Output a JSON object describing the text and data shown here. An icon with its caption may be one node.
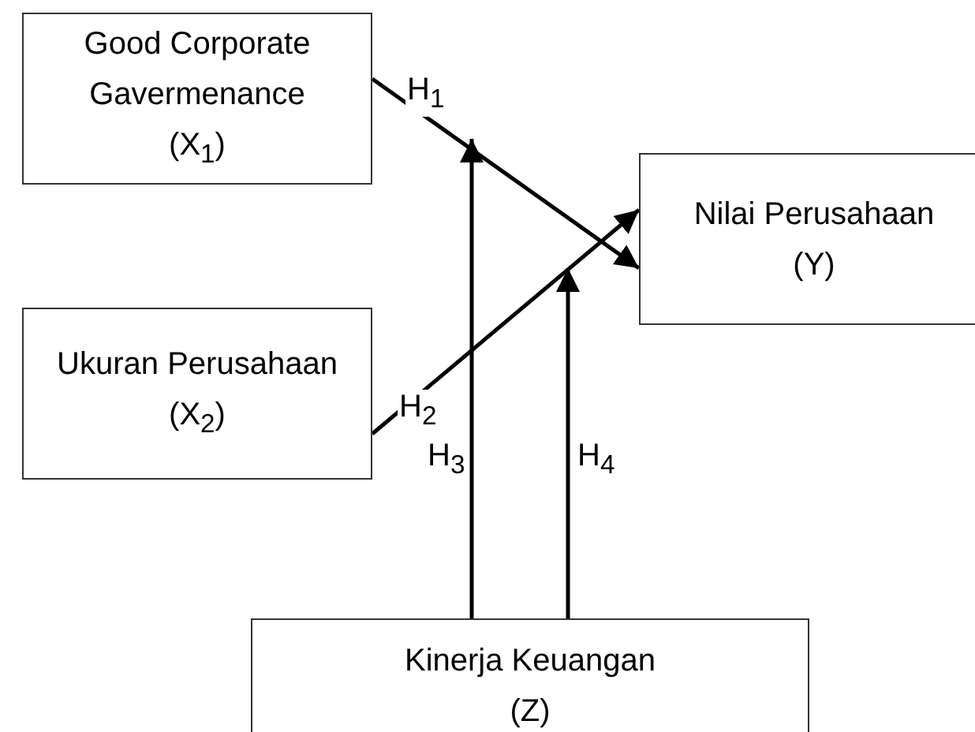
{
  "diagram": {
    "nodes": [
      {
        "text": [
          "Good Corporate Gavermenance",
          "(X$_{1}$)"
        ]
      },
      {
        "text": [
          "Nilai Perusahaan",
          "(Y)"
        ]
      },
      {
        "text": [
          "Ukuran Perusahaan",
          "(X$_{2}$)"
        ]
      },
      {
        "text": [
          "Kinerja Keuangan",
          "(Z)"
        ]
      }
    ],
    "edges": [
      {
        "from": 0,
        "to": 1,
        "arrow": "to",
        "label": "H$_{1}$"
      },
      {
        "from": 2,
        "to": 1,
        "arrow": "to",
        "label": "H$_{2}$"
      },
      {
        "from": 3,
        "to": null,
        "arrow": "to",
        "label": "H$_{3}$"
      },
      {
        "from": 3,
        "to": null,
        "arrow": "to",
        "label": "H$_{4}$"
      }
    ]
  }
}
